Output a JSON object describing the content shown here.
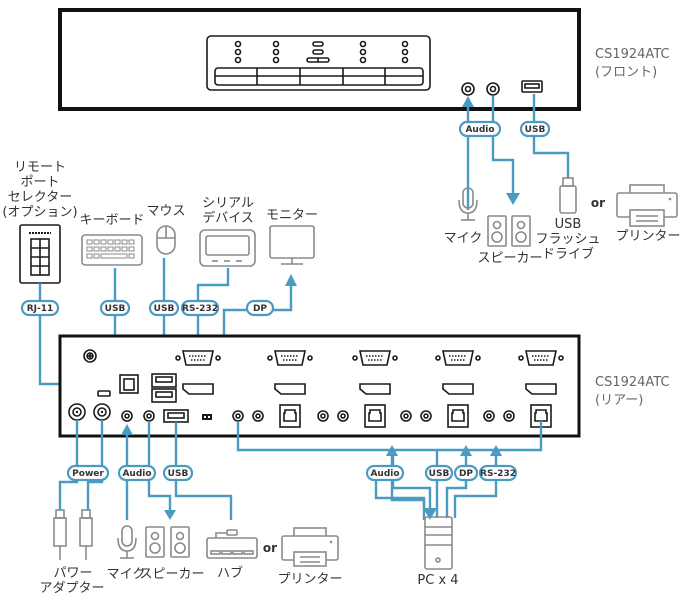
{
  "front_unit": {
    "model": "CS1924ATC",
    "side": "(フロント)"
  },
  "rear_unit": {
    "model": "CS1924ATC",
    "side": "(リアー)"
  },
  "connection_labels": {
    "front_audio": "Audio",
    "front_usb": "USB",
    "rj11": "RJ-11",
    "keyboard_usb": "USB",
    "mouse_usb": "USB",
    "rs232": "RS-232",
    "dp": "DP",
    "power": "Power",
    "rear_audio": "Audio",
    "rear_usb": "USB",
    "pc_audio": "Audio",
    "pc_usb": "USB",
    "pc_dp": "DP",
    "pc_rs232": "RS-232"
  },
  "devices": {
    "front_mic": "マイク",
    "front_speaker": "スピーカー",
    "usb_flash_line1": "USB",
    "usb_flash_line2": "フラッシュ",
    "usb_flash_line3": "ドライブ",
    "front_or": "or",
    "front_printer": "プリンター",
    "remote_line1": "リモート",
    "remote_line2": "ポート",
    "remote_line3": "セレクター",
    "remote_line4": "(オプション)",
    "keyboard": "キーボード",
    "mouse": "マウス",
    "serial_line1": "シリアル",
    "serial_line2": "デバイス",
    "monitor": "モニター",
    "power_line1": "パワー",
    "power_line2": "アダプター",
    "rear_mic": "マイク",
    "rear_speaker": "スピーカー",
    "hub": "ハブ",
    "rear_or": "or",
    "rear_printer": "プリンター",
    "pc": "PC x 4"
  },
  "colors": {
    "cable": "#4a9bc1",
    "device_outline": "#8a8a8a",
    "panel_outline": "#111111"
  }
}
